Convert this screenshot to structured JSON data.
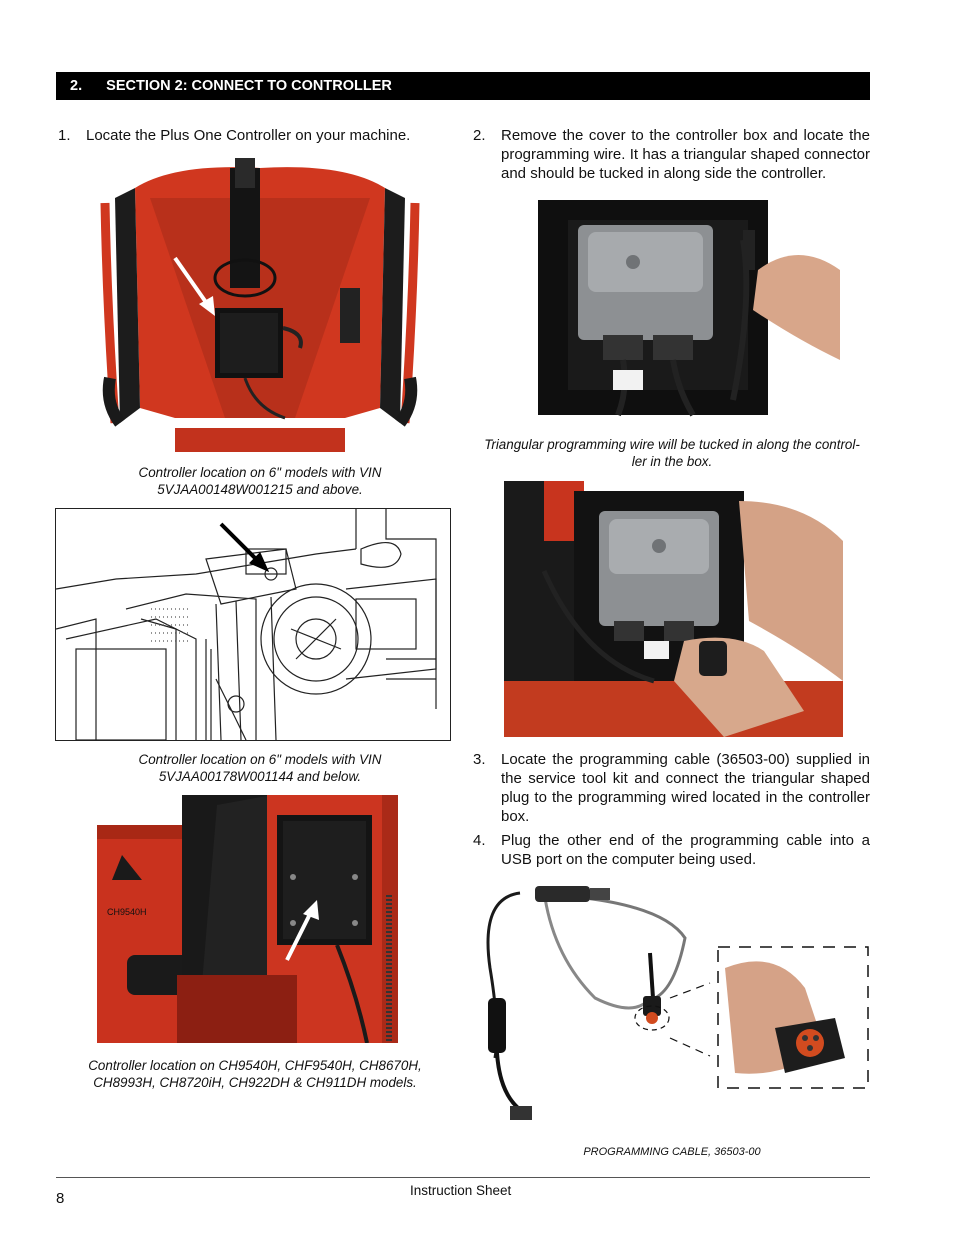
{
  "section": {
    "number": "2.",
    "title": "SECTION 2: CONNECT TO CONTROLLER"
  },
  "steps": [
    {
      "num": "1.",
      "text": "Locate the Plus One Controller on your machine."
    },
    {
      "num": "2.",
      "text": "Remove the cover to the controller box and locate the programming wire. It has a triangular shaped connector and should be tucked in along side the controller."
    },
    {
      "num": "3.",
      "text": "Locate the programming cable (36503-00) supplied in the service tool kit and connect the triangular shaped plug to the programming wired located in the controller box."
    },
    {
      "num": "4.",
      "text": "Plug the other end of the programming cable into a USB port on the computer being used."
    }
  ],
  "captions": {
    "vin_above_line1": "Controller location on 6\" models with VIN",
    "vin_above_line2": "5VJAA00148W001215 and above.",
    "vin_below_line1": "Controller location on 6\" models with VIN",
    "vin_below_line2": "5VJAA00178W001144 and below.",
    "models_line1": "Controller location on CH9540H, CHF9540H, CH8670H,",
    "models_line2": "CH8993H, CH8720iH, CH922DH & CH911DH models.",
    "triangular_line1": "Triangular programming wire will be tucked in along the control-",
    "triangular_line2": "ler in the box.",
    "cable": "PROGRAMMING CABLE, 36503-00"
  },
  "machine_label": "CH9540H",
  "footer": {
    "page": "8",
    "title": "Instruction Sheet"
  },
  "colors": {
    "machine_red": "#c8321e",
    "bar": "#000000",
    "controller_gray": "#8c8f92"
  }
}
